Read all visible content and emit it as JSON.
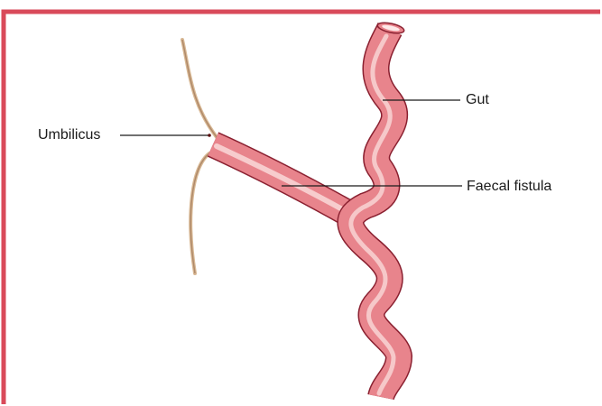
{
  "labels": {
    "umbilicus": "Umbilicus",
    "gut": "Gut",
    "faecal_fistula": "Faecal fistula"
  },
  "colors": {
    "frame": "#d94a5a",
    "tube_outline": "#8a2030",
    "tube_fill": "#e8848c",
    "tube_highlight": "#f8d4d4",
    "skin_line": "#b08a6a",
    "leader_line": "#1a1a1a"
  }
}
